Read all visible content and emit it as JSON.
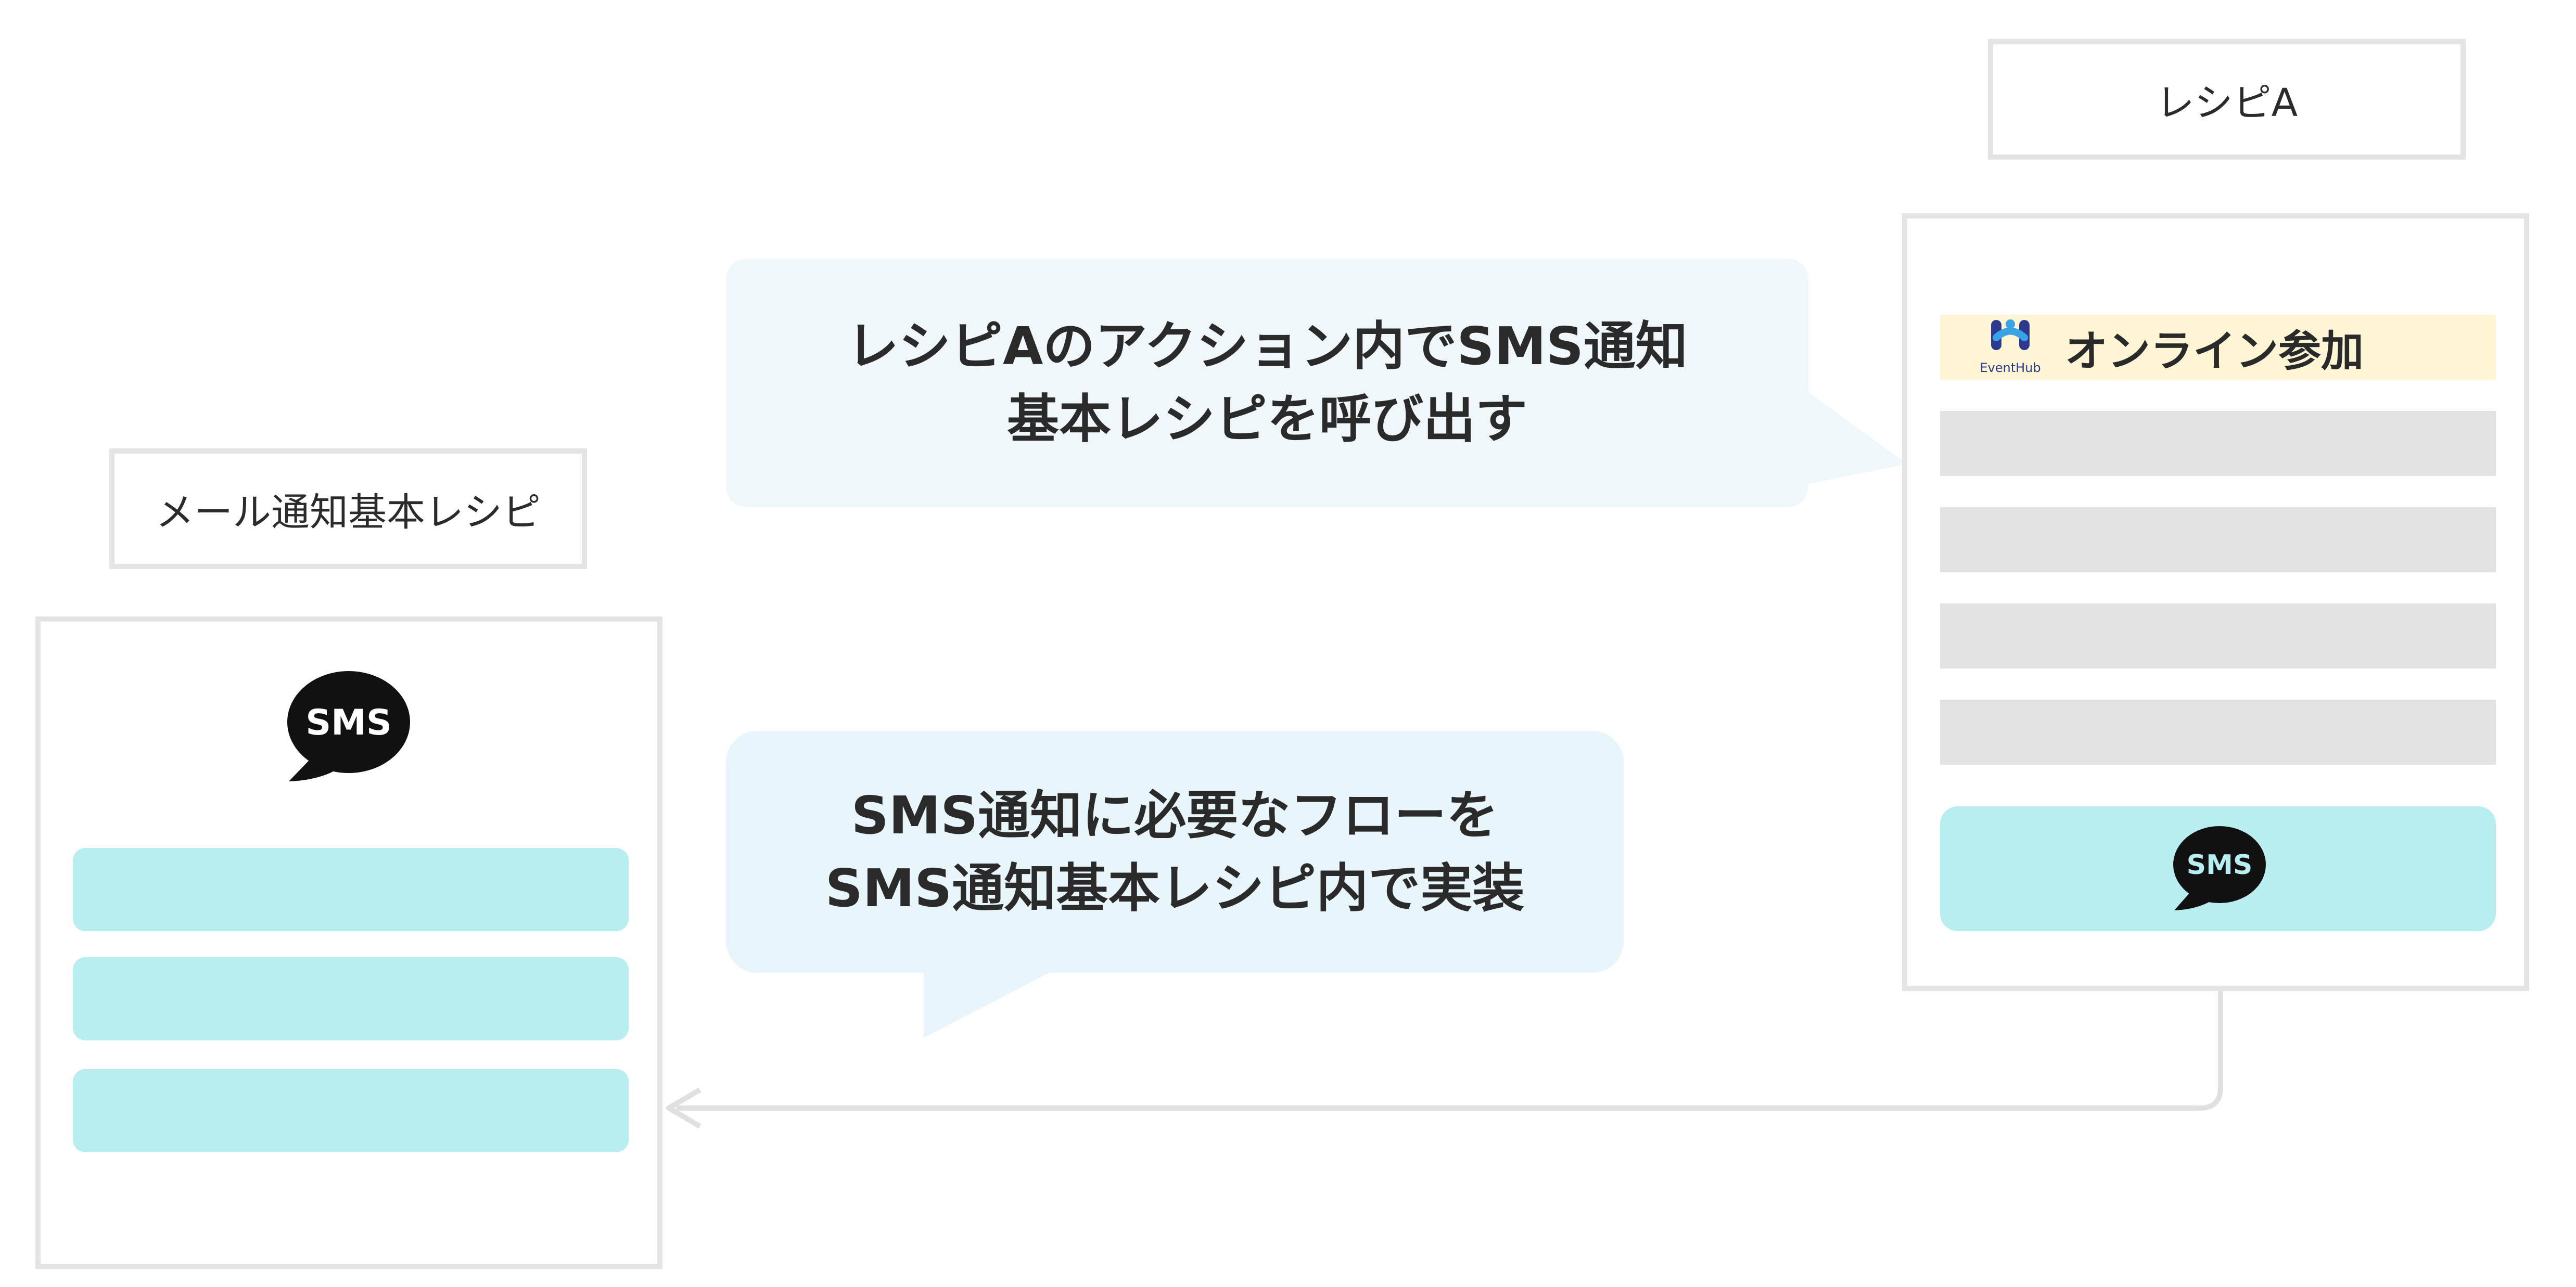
{
  "left_recipe": {
    "title": "メール通知基本レシピ",
    "badge_text": "SMS",
    "badge_icon": "sms-chat-bubble-icon",
    "step_count": 3
  },
  "right_recipe": {
    "title": "レシピA",
    "trigger": {
      "app_icon": "eventhub-logo-icon",
      "app_name": "EventHub",
      "label": "オンライン参加"
    },
    "placeholder_step_count": 4,
    "call_step": {
      "badge_text": "SMS",
      "badge_icon": "sms-chat-bubble-icon"
    }
  },
  "callouts": {
    "top": {
      "lines": [
        "レシピAのアクション内でSMS通知",
        "基本レシピを呼び出す"
      ]
    },
    "bottom": {
      "lines": [
        "SMS通知に必要なフローを",
        "SMS通知基本レシピ内で実装"
      ]
    }
  },
  "colors": {
    "frame_border": "#e4e4e4",
    "step_cyan": "#b8eeef",
    "placeholder_grey": "#e3e3e3",
    "trigger_yellow": "#fdf5d3",
    "callout_top_bg": "#eff7fb",
    "callout_bottom_bg": "#e8f5fb",
    "arrow": "#e0e0e0",
    "badge_dark": "#111111"
  }
}
